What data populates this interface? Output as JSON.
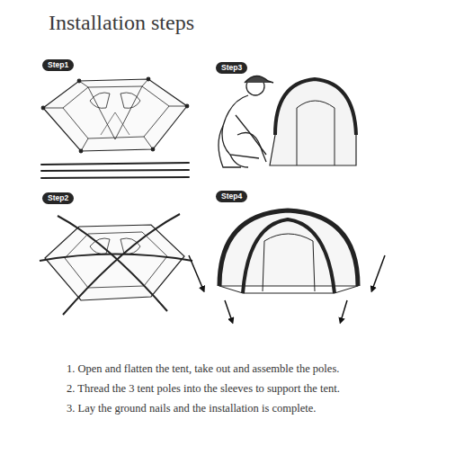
{
  "diagram": {
    "title": "Installation steps",
    "nodes": [
      {
        "text": [
          "Step1"
        ]
      },
      {
        "text": [
          "Step3"
        ]
      },
      {
        "text": [
          "Step2"
        ]
      },
      {
        "text": [
          "Step4"
        ]
      }
    ],
    "labels": [
      "1. Open and flatten the tent, take out and assemble the poles.",
      "2. Thread the 3 tent poles into the sleeves to support the tent.",
      "3. Lay the ground nails and the installation is complete."
    ]
  }
}
